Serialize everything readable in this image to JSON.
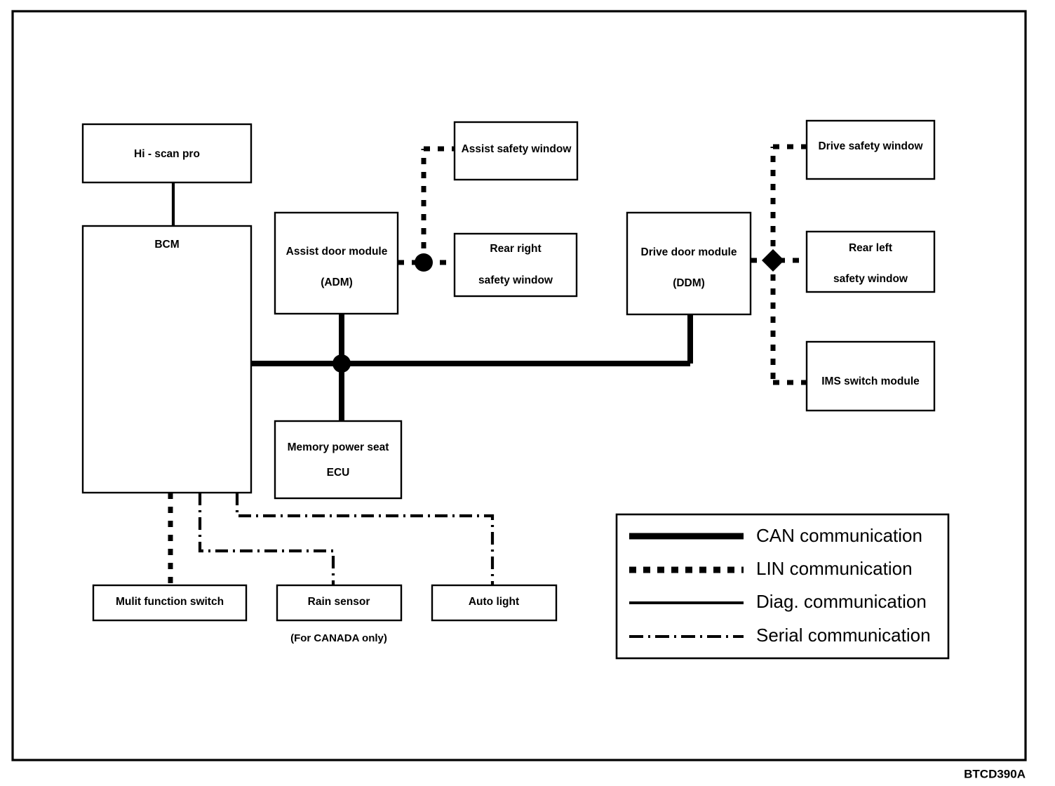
{
  "figure": {
    "code_label": "BTCD390A",
    "note_canada": "(For CANADA only)"
  },
  "nodes": {
    "hi_scan_pro": "Hi - scan pro",
    "bcm": "BCM",
    "adm_line1": "Assist door module",
    "adm_line2": "(ADM)",
    "ddm_line1": "Drive door module",
    "ddm_line2": "(DDM)",
    "memory_seat_line1": "Memory power seat",
    "memory_seat_line2": "ECU",
    "assist_safety_window": "Assist safety window",
    "rear_right_line1": "Rear right",
    "rear_right_line2": "safety window",
    "drive_safety_window": "Drive safety window",
    "rear_left_line1": "Rear left",
    "rear_left_line2": "safety window",
    "ims_switch_module": "IMS switch module",
    "multi_function_switch": "Mulit function switch",
    "rain_sensor": "Rain sensor",
    "auto_light": "Auto light"
  },
  "legend": {
    "items": [
      {
        "label": "CAN communication",
        "style": "solid-thick"
      },
      {
        "label": "LIN communication",
        "style": "dotted-thick"
      },
      {
        "label": "Diag. communication",
        "style": "solid-thin"
      },
      {
        "label": "Serial communication",
        "style": "dash-dot"
      }
    ]
  },
  "colors": {
    "line": "#000000",
    "box_fill": "#ffffff",
    "background": "#ffffff"
  }
}
